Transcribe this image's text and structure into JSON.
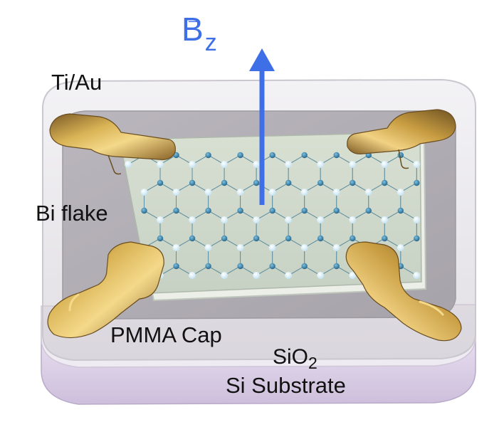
{
  "labels": {
    "ti_au": "Ti/Au",
    "bi_flake": "Bi flake",
    "pmma_cap": "PMMA Cap",
    "sio2_base": "SiO",
    "sio2_sub": "2",
    "si_substrate": "Si Substrate",
    "field_symbol": "B",
    "field_subscript": "z",
    "vector_arrow": "→"
  },
  "colors": {
    "field_arrow": "#3f6fe6",
    "gold": "#c99a3a",
    "substrate": "#e3d8ec",
    "sio2": "#ece8f0",
    "pmma": "#b6b2b8",
    "flake": "#d3ddd0",
    "atom_dark": "#2f7aa0",
    "atom_light": "#e6f3fa"
  },
  "icons": {
    "field_arrow": "up-arrow-icon",
    "contacts": "gold-contact-pad"
  }
}
